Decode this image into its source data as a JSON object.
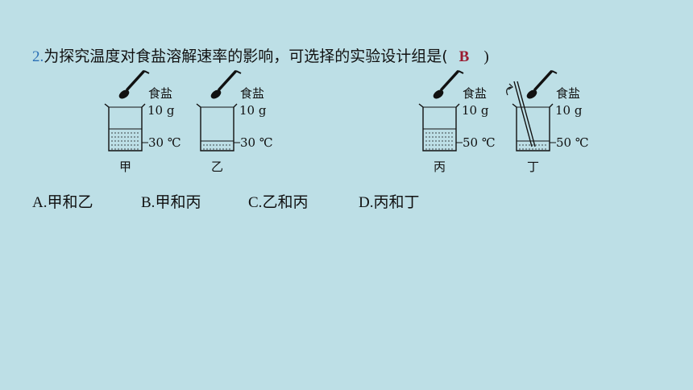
{
  "question": {
    "number": "2.",
    "text": "为探究温度对食盐溶解速率的影响，可选择的实验设计组是(",
    "answer": "B",
    "close": ")"
  },
  "figure": {
    "beakers": [
      {
        "salt_label": "食盐",
        "mass": "10 g",
        "temp": "30 ℃",
        "name": "甲",
        "water_level": "high",
        "stirred": false
      },
      {
        "salt_label": "食盐",
        "mass": "10 g",
        "temp": "30 ℃",
        "name": "乙",
        "water_level": "low",
        "stirred": false
      },
      {
        "salt_label": "食盐",
        "mass": "10 g",
        "temp": "50 ℃",
        "name": "丙",
        "water_level": "high",
        "stirred": false
      },
      {
        "salt_label": "食盐",
        "mass": "10 g",
        "temp": "50 ℃",
        "name": "丁",
        "water_level": "low",
        "stirred": true
      }
    ]
  },
  "options": [
    {
      "letter": "A.",
      "text": "甲和乙"
    },
    {
      "letter": "B.",
      "text": "甲和丙"
    },
    {
      "letter": "C.",
      "text": "乙和丙"
    },
    {
      "letter": "D.",
      "text": "丙和丁"
    }
  ],
  "colors": {
    "background": "#bddfe6",
    "question_number": "#2a6fb5",
    "answer": "#9b1b30"
  }
}
